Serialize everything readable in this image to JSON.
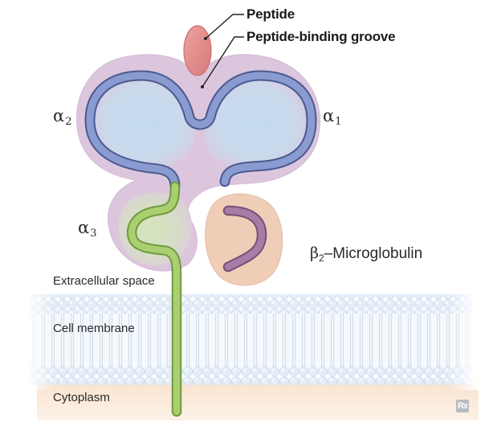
{
  "labels": {
    "peptide": "Peptide",
    "peptide_binding_groove": "Peptide-binding groove",
    "alpha1": "α",
    "alpha1_sub": "1",
    "alpha2": "α",
    "alpha2_sub": "2",
    "alpha3": "α",
    "alpha3_sub": "3",
    "beta": "β",
    "beta_sub": "2",
    "microglobulin": "–Microglobulin",
    "extracellular_space": "Extracellular space",
    "cell_membrane": "Cell membrane",
    "cytoplasm": "Cytoplasm"
  },
  "badge": {
    "text": "Rx"
  },
  "colors": {
    "outer_envelope": "#dcc6dd",
    "domain_fill": "#c9dced",
    "alpha_chain": "#7d8fc4",
    "alpha3_chain": "#a4c86a",
    "peptide": "#e08b88",
    "beta2m_fill": "#efcdb7",
    "beta2m_chain": "#9b6b98",
    "membrane_head": "#dde9f5",
    "cytoplasm": "#f9e3cf"
  }
}
